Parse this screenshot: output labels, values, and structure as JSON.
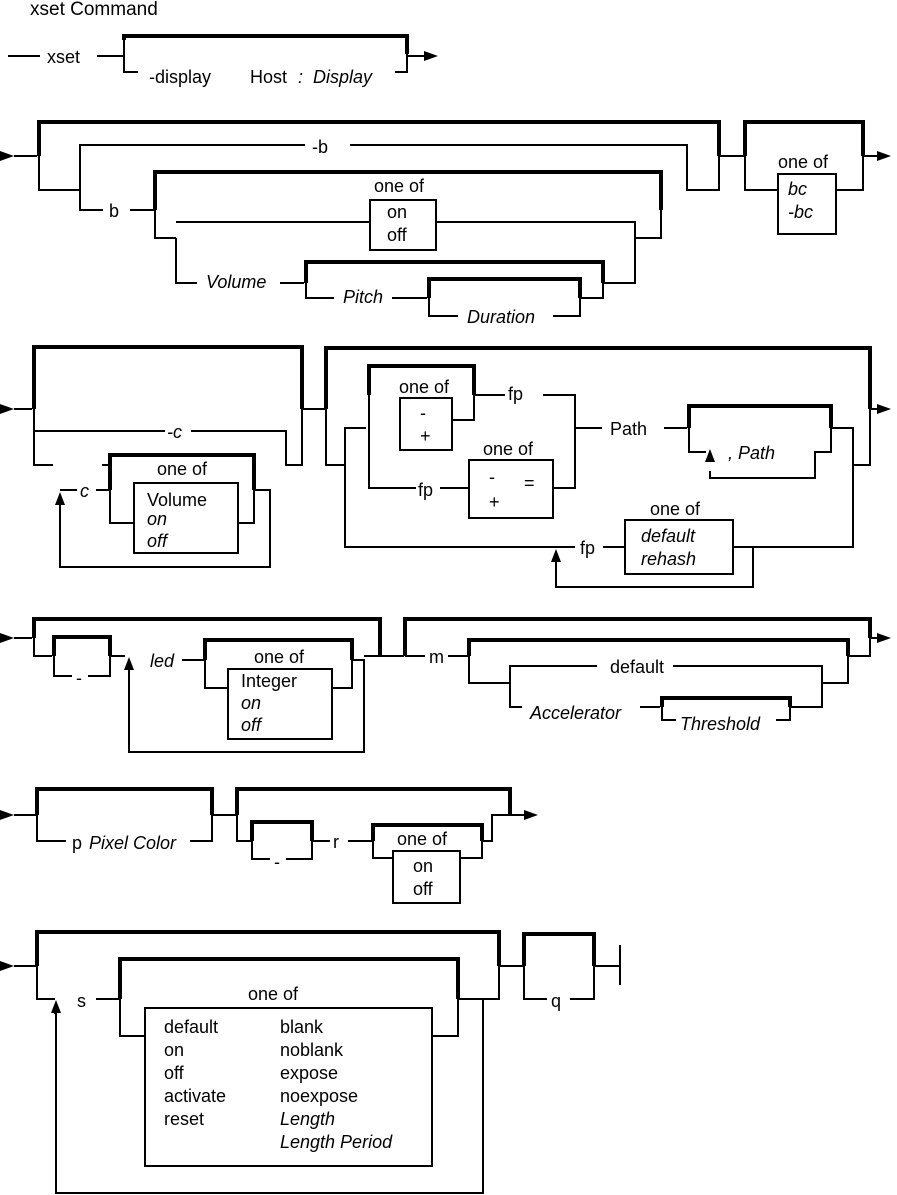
{
  "title": "xset  Command",
  "row1": {
    "cmd": "xset",
    "display_flag": "-display",
    "host": "Host",
    "colon": ":",
    "display": "Display"
  },
  "row2": {
    "minus_b": "-b",
    "b": "b",
    "one_of": "one of",
    "on": "on",
    "off": "off",
    "volume": "Volume",
    "pitch": "Pitch",
    "duration": "Duration",
    "one_of_bc": "one of",
    "bc": "bc",
    "minus_bc": "-bc"
  },
  "row3": {
    "minus_c": "-c",
    "c": "c",
    "one_of_c": "one of",
    "c_volume": "Volume",
    "c_on": "on",
    "c_off": "off",
    "one_of_fp1": "one of",
    "minus": "-",
    "plus": "+",
    "fp": "fp",
    "one_of_fp2": "one of",
    "minus2": "-",
    "equals": "=",
    "plus2": "+",
    "fp2": "fp",
    "path": "Path",
    "comma_path": ", Path",
    "one_of_fp3": "one of",
    "fp3": "fp",
    "default": "default",
    "rehash": "rehash"
  },
  "row4": {
    "dash": "-",
    "led": "led",
    "one_of_led": "one of",
    "integer": "Integer",
    "on": "on",
    "off": "off",
    "m": "m",
    "default": "default",
    "accelerator": "Accelerator",
    "threshold": "Threshold"
  },
  "row5": {
    "p": "p",
    "pixel_color": "Pixel Color",
    "dash": "-",
    "r": "r",
    "one_of": "one of",
    "on": "on",
    "off": "off"
  },
  "row6": {
    "s": "s",
    "one_of": "one of",
    "col1": [
      "default",
      "on",
      "off",
      "activate",
      "reset"
    ],
    "col2": [
      "blank",
      "noblank",
      "expose",
      "noexpose",
      "Length",
      "Length Period"
    ],
    "q": "q"
  }
}
